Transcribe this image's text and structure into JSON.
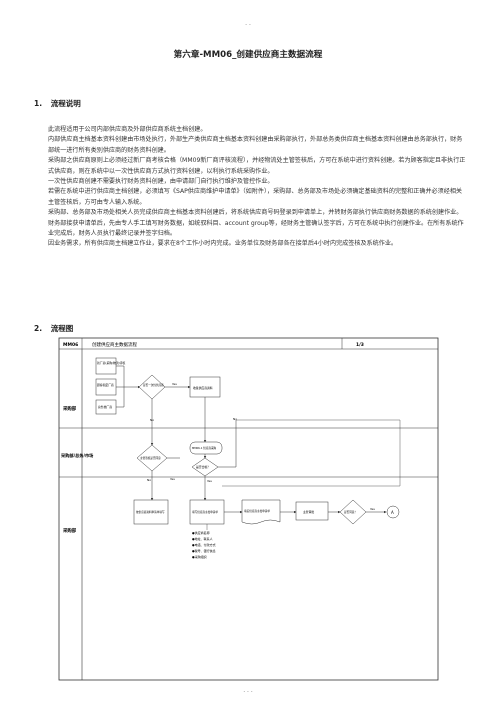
{
  "header_dots": ". .",
  "footer_dots": ". . .",
  "title": "第六章-MM06_创建供应商主数据流程",
  "sections": [
    {
      "num": "1.",
      "label": "流程说明"
    },
    {
      "num": "2.",
      "label": "流程图"
    }
  ],
  "paragraphs": [
    "此流程适用于公司内部供应商及外部供应商系统主档创建。",
    "内部供应商主档基本资料创建由市场处执行，外部生产类供应商主档基本资料创建由采购部执行，外部总务类供应商主档基本资料创建由总务部执行，财务部统一进行所有类别供应商的财务资料创建。",
    "采购部之供应商原则上必须经过新厂商考核合格（MM09新厂商评核流程），并经物流处主管签核后，方可在系统中进行资料创建。若为顾客指定且非执行正式供应商，则在系统中以一次性供应商方式执行资料创建，以利执行系统采购作业。",
    "一次性供应商创建不需要执行财务资料创建，由申请部门自行执行维护及管控作业。",
    "若需在系统中进行供应商主档创建，必须填写《SAP供应商维护申请单》（如附件），采购部、总务部及市场处必须确定基础资料的完整和正确并必须经相关主管签核后，方可由专人输入系统。",
    "采购部、总务部及市场处相关人员完成供应商主档基本资料创建后，将系统供应商号码登录到申请单上，并转财务部执行供应商财务数据的系统创建作业。财务部接获申请单后，先由专人手工填写财务数据，如统驭科目、account group等，经财务主管确认签字后，方可在系统中执行创建作业。在所有系统作业完成后，财务人员执行最终记录并签字归档。",
    "因业务需求，所有供应商主档建立作业，要求在8个工作小时内完成。业务单位及财务部各在接单后4小时内完成签核及系统作业。"
  ],
  "flowchart": {
    "code": "MM06",
    "name": "创建供应商主数据流程",
    "page": "1/3",
    "lanes": [
      "采购部",
      "采购部/总务/市场",
      "采购部"
    ],
    "node_texts": [
      "新厂商(采购/物流)评核",
      "顾客指定厂商",
      "总务类厂商",
      "是否一次性供应商",
      "Yes",
      "No",
      "收集供应商资料",
      "MM06-1 供应商采购",
      "主管签核是否同意",
      "是否合格？",
      "No",
      "Yes",
      "No",
      "Yes",
      "依供应商资料申请单填写",
      "填写供应商主档申请单",
      "填妥供应商主档申请单",
      "主管审批",
      "是否同意？",
      "Yes",
      "A"
    ],
    "attachment_list": [
      "●供应商名称",
      "●地址、联系人",
      "●电话、付款方式",
      "●税号、银行信息",
      "●采购组织"
    ]
  }
}
